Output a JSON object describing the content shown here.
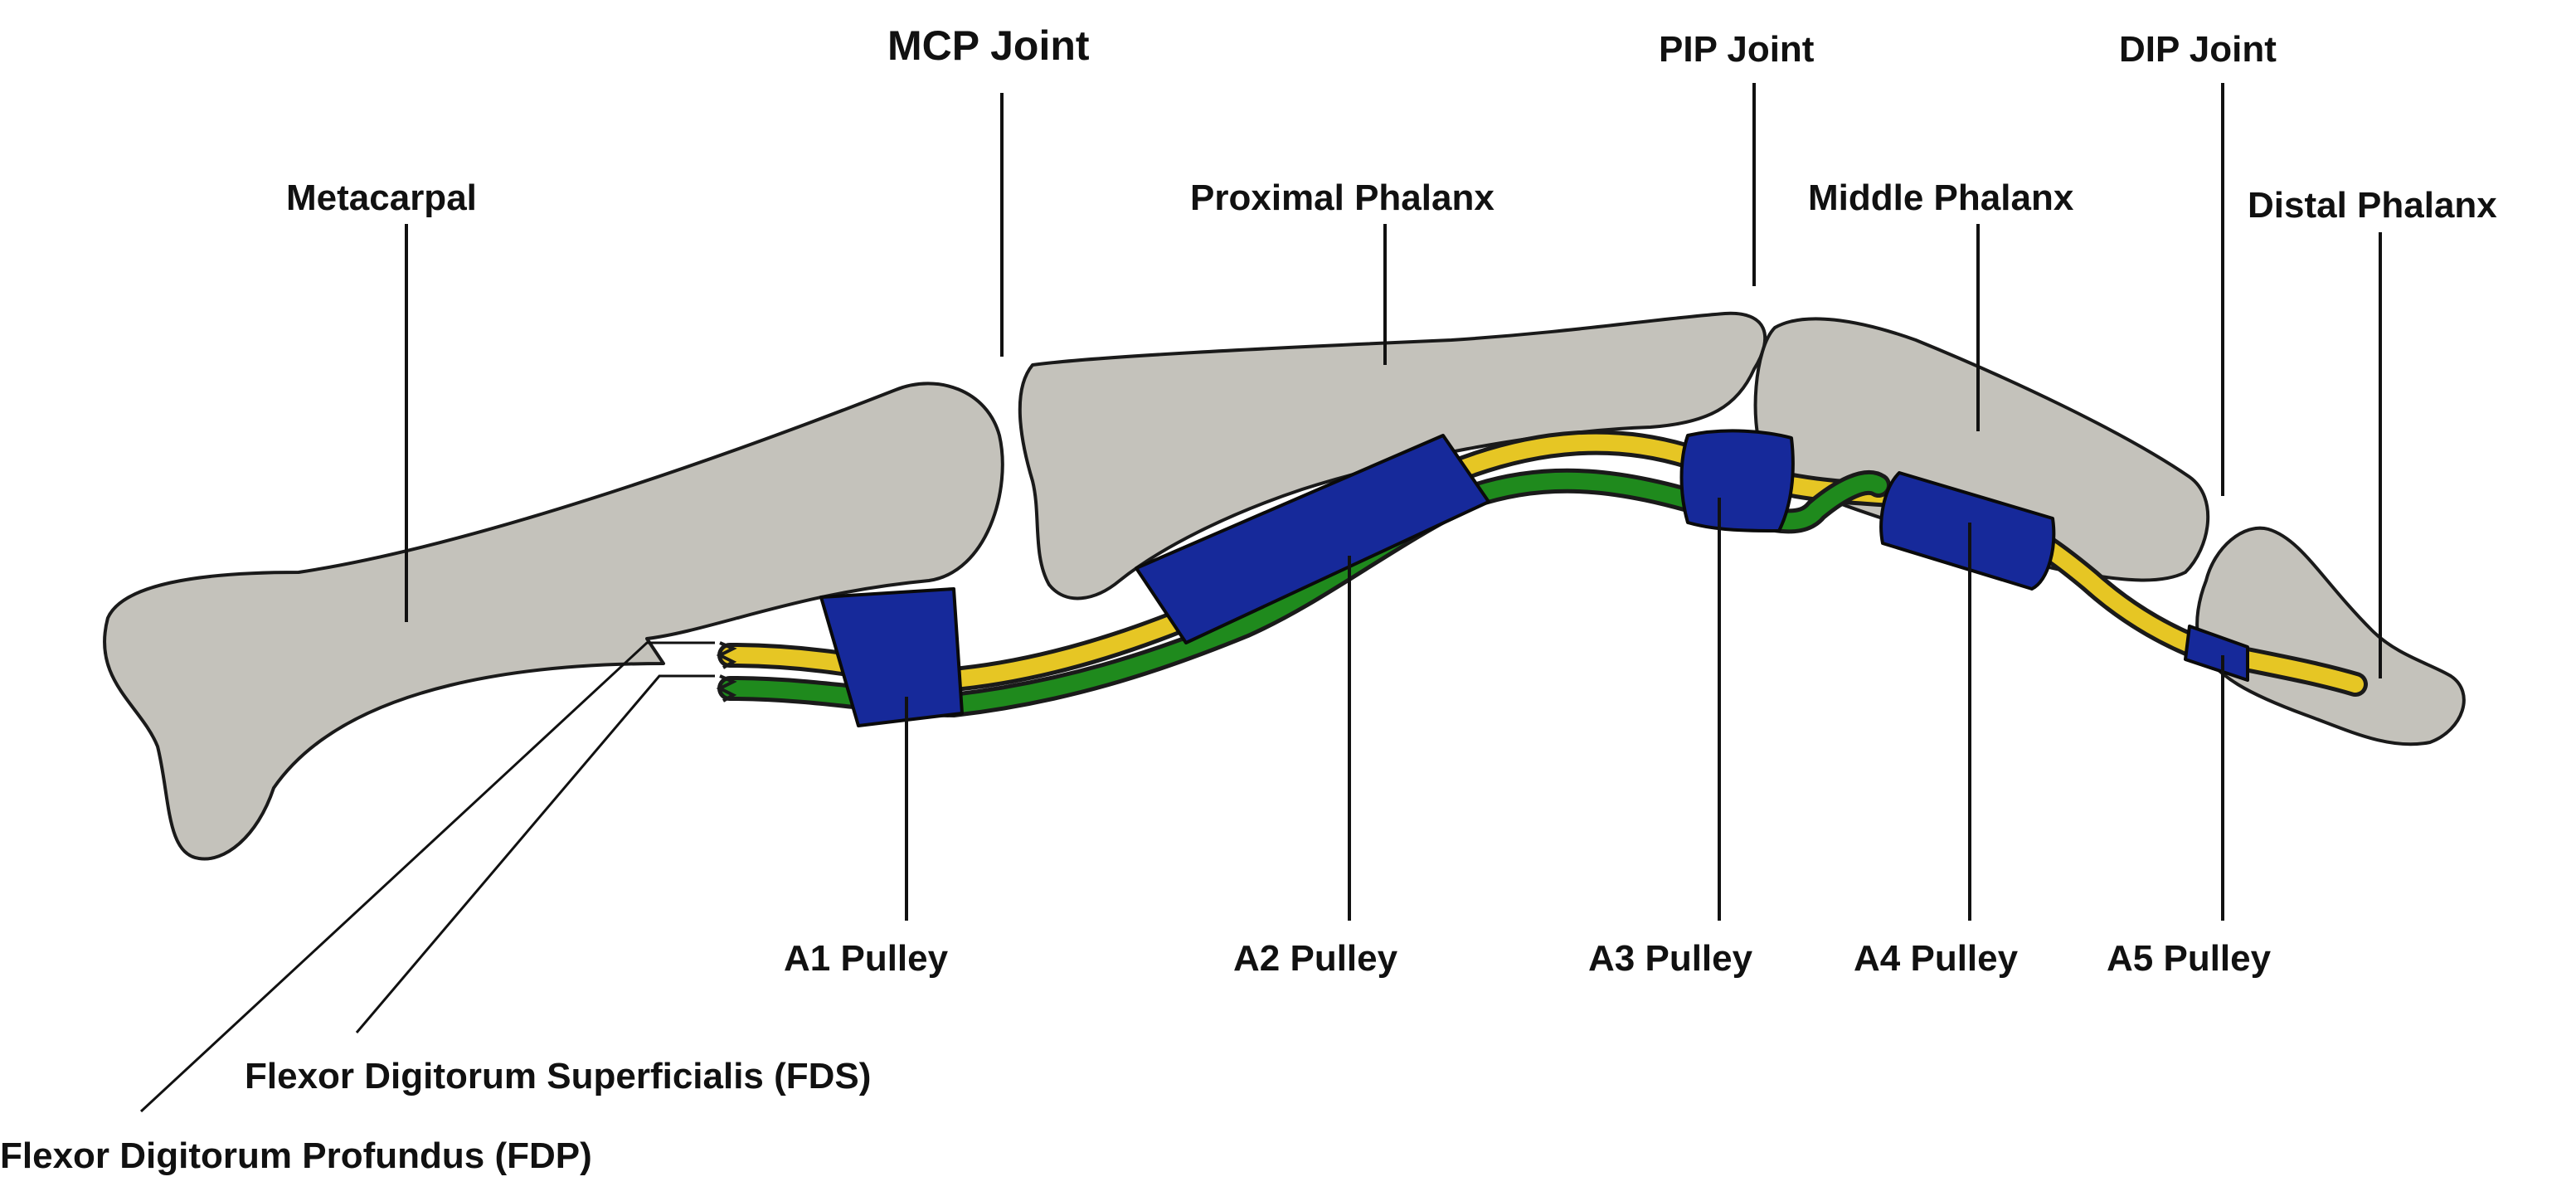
{
  "labels": {
    "mcp_joint": "MCP Joint",
    "pip_joint": "PIP Joint",
    "dip_joint": "DIP Joint",
    "metacarpal": "Metacarpal",
    "proximal_phalanx": "Proximal Phalanx",
    "middle_phalanx": "Middle Phalanx",
    "distal_phalanx": "Distal Phalanx",
    "a1_pulley": "A1 Pulley",
    "a2_pulley": "A2 Pulley",
    "a3_pulley": "A3 Pulley",
    "a4_pulley": "A4 Pulley",
    "a5_pulley": "A5 Pulley",
    "fds": "Flexor Digitorum Superficialis (FDS)",
    "fdp": "Flexor Digitorum Profundus (FDP)"
  },
  "colors": {
    "bone": "#c4c2bb",
    "pulley": "#16299a",
    "fds_tendon": "#e6c624",
    "fdp_tendon": "#1f8a1d",
    "outline": "#1a1a1a"
  }
}
